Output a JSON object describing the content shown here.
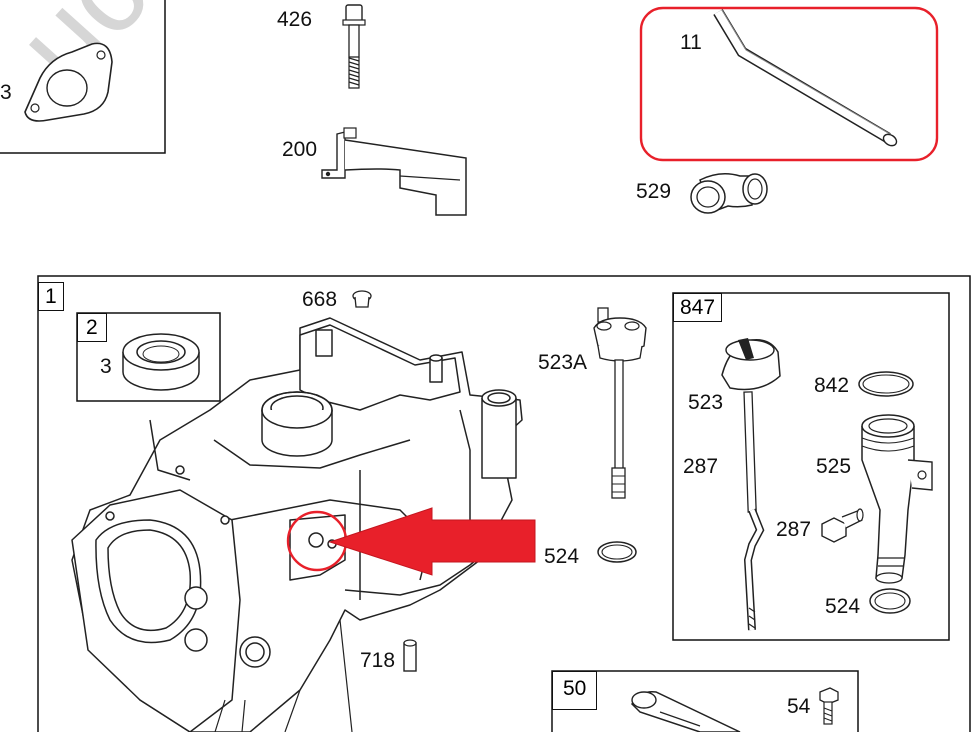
{
  "watermark": "uction",
  "callout_boxes": {
    "box_1": "1",
    "box_2": "2",
    "box_847": "847",
    "box_50": "50"
  },
  "labels": {
    "p3_top": "3",
    "p426": "426",
    "p200": "200",
    "p11": "11",
    "p529": "529",
    "p668": "668",
    "p3_seal": "3",
    "p523a": "523A",
    "p524_a": "524",
    "p718": "718",
    "p523": "523",
    "p842": "842",
    "p287_a": "287",
    "p525": "525",
    "p287_b": "287",
    "p524_b": "524",
    "p54": "54"
  },
  "highlight_colors": {
    "red": "#e8202a",
    "line": "#111111"
  }
}
